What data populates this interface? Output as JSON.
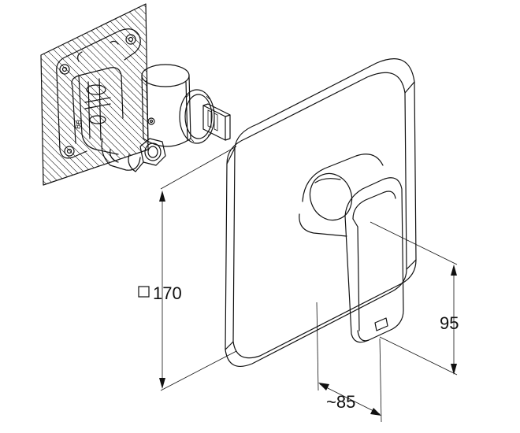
{
  "dimensions": {
    "plate_square": {
      "symbol": "□",
      "value": "170"
    },
    "lever_length": {
      "value": "~85"
    },
    "lever_height": {
      "value": "95"
    }
  },
  "colors": {
    "line": "#111111",
    "background": "#ffffff"
  }
}
